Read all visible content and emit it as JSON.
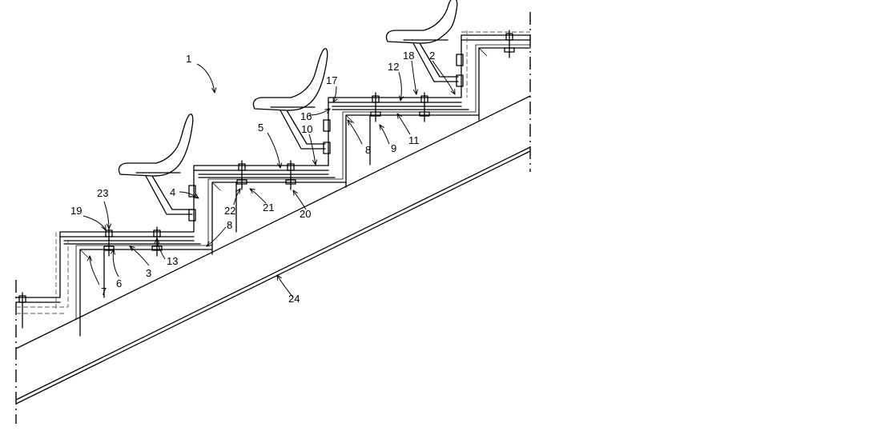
{
  "figure": {
    "labels": {
      "l1": "1",
      "l2": "2",
      "l3": "3",
      "l4": "4",
      "l5": "5",
      "l6": "6",
      "l7": "7",
      "l8a": "8",
      "l8b": "8",
      "l9": "9",
      "l10": "10",
      "l11": "11",
      "l12": "12",
      "l13": "13",
      "l16": "16",
      "l17": "17",
      "l18": "18",
      "l19": "19",
      "l20": "20",
      "l21": "21",
      "l22": "22",
      "l23": "23",
      "l24": "24"
    }
  }
}
